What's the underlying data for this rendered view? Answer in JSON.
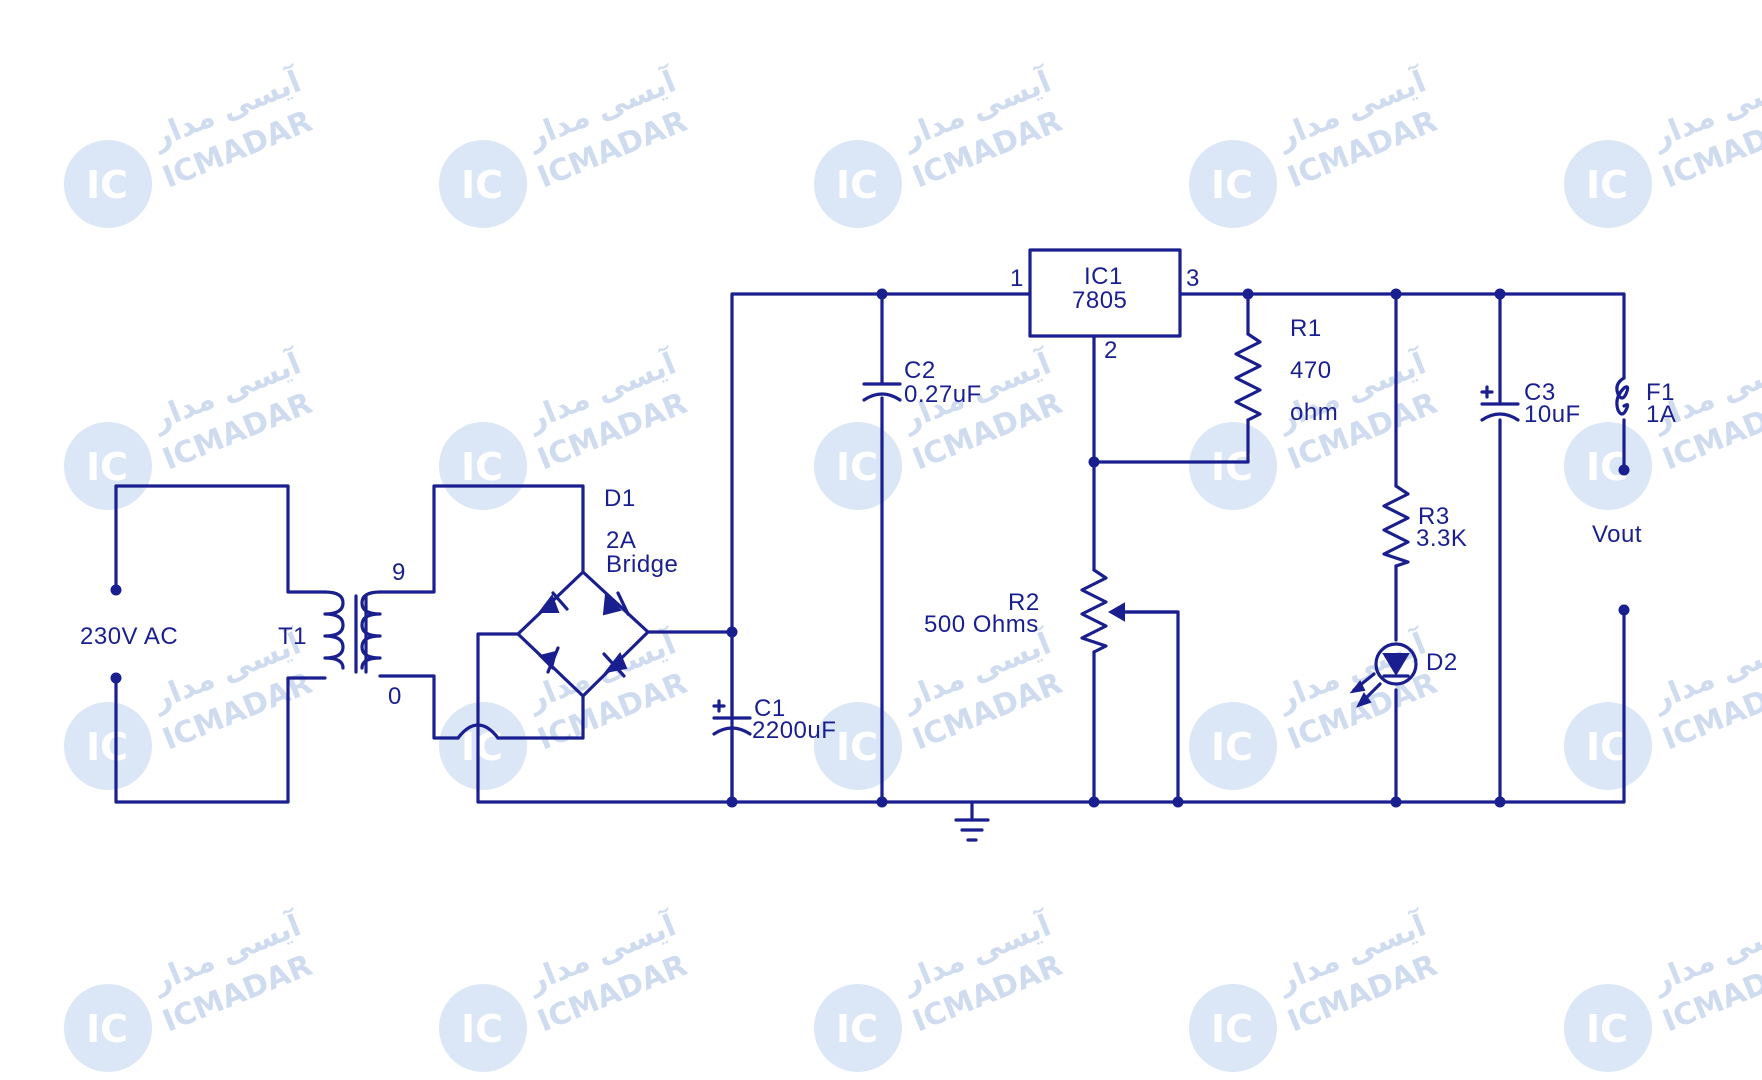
{
  "colors": {
    "ink": "#1a1f8f",
    "watermark": "#cfdcf0",
    "background": "#ffffff"
  },
  "watermark": {
    "logo_letters": "IC",
    "brand_latin": "ICMADAR",
    "brand_persian": "آیسی مدار"
  },
  "labels": {
    "source": "230V  AC",
    "transformer": "T1",
    "tap_top": "9",
    "tap_bottom": "0",
    "bridge_ref": "D1",
    "bridge_rating": "2A",
    "bridge_type": "Bridge",
    "c1_ref": "C1",
    "c1_value": "2200uF",
    "c2_ref": "C2",
    "c2_value": "0.27uF",
    "ic_ref": "IC1",
    "ic_value": "7805",
    "pin1": "1",
    "pin2": "2",
    "pin3": "3",
    "r1_ref": "R1",
    "r1_value": "470",
    "r1_unit": "ohm",
    "r2_ref": "R2",
    "r2_value": "500 Ohms",
    "r3_ref": "R3",
    "r3_value": "3.3K",
    "d2_ref": "D2",
    "c3_ref": "C3",
    "c3_value": "10uF",
    "f1_ref": "F1",
    "f1_value": "1A",
    "vout": "Vout"
  }
}
